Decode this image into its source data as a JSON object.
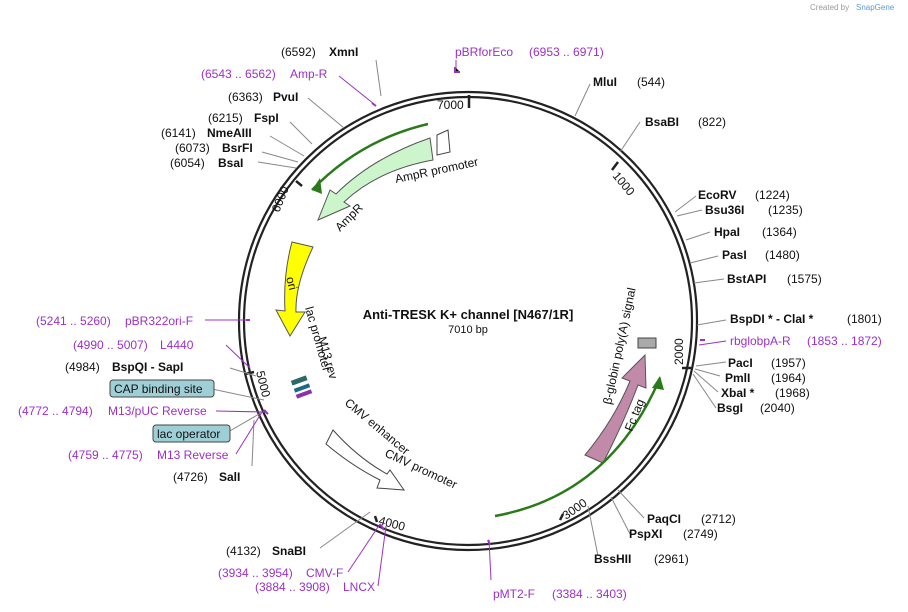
{
  "title": "Anti-TRESK K+ channel [N467/1R]",
  "length": "7010 bp",
  "brand": {
    "created_by": "Created by",
    "name": "SnapGene"
  },
  "ticks": {
    "7000": "7000",
    "1000": "1000",
    "2000": "2000",
    "3000": "3000",
    "4000": "4000",
    "5000": "5000",
    "6000": "6000"
  },
  "features": {
    "ampr_promoter": "AmpR promoter",
    "ampr": "AmpR",
    "ori": "ori",
    "m13_rev": "M13 rev",
    "lac_promoter": "lac promoter",
    "cmv_enhancer": "CMV enhancer",
    "cmv_promoter": "CMV promoter",
    "fc_tag": "Fc tag",
    "polya": "β-globin poly(A) signal"
  },
  "callouts": {
    "cap_binding_site": "CAP binding site",
    "lac_operator": "lac operator"
  },
  "sites": {
    "xmni": {
      "name": "XmnI",
      "pos": "(6592)"
    },
    "pvui": {
      "name": "PvuI",
      "pos": "(6363)"
    },
    "fspi": {
      "name": "FspI",
      "pos": "(6215)"
    },
    "nmeaiii": {
      "name": "NmeAIII",
      "pos": "(6141)"
    },
    "bsrfi": {
      "name": "BsrFI",
      "pos": "(6073)"
    },
    "bsai": {
      "name": "BsaI",
      "pos": "(6054)"
    },
    "mlui": {
      "name": "MluI",
      "pos": "(544)"
    },
    "bsabi": {
      "name": "BsaBI",
      "pos": "(822)"
    },
    "ecorv": {
      "name": "EcoRV",
      "pos": "(1224)"
    },
    "bsu36i": {
      "name": "Bsu36I",
      "pos": "(1235)"
    },
    "hpai": {
      "name": "HpaI",
      "pos": "(1364)"
    },
    "pasi": {
      "name": "PasI",
      "pos": "(1480)"
    },
    "bstapi": {
      "name": "BstAPI",
      "pos": "(1575)"
    },
    "bspdi_clai": {
      "name": "BspDI * - ClaI *",
      "pos": "(1801)"
    },
    "paci": {
      "name": "PacI",
      "pos": "(1957)"
    },
    "pmli": {
      "name": "PmlI",
      "pos": "(1964)"
    },
    "xbai": {
      "name": "XbaI *",
      "pos": "(1968)"
    },
    "bsgi": {
      "name": "BsgI",
      "pos": "(2040)"
    },
    "paqci": {
      "name": "PaqCI",
      "pos": "(2712)"
    },
    "pspxi": {
      "name": "PspXI",
      "pos": "(2749)"
    },
    "bsshii": {
      "name": "BssHII",
      "pos": "(2961)"
    },
    "snabi": {
      "name": "SnaBI",
      "pos": "(4132)"
    },
    "sali": {
      "name": "SalI",
      "pos": "(4726)"
    },
    "bspqi_sapi": {
      "name": "BspQI - SapI",
      "pos": "(4984)"
    }
  },
  "primers": {
    "amp_r": {
      "name": "Amp-R",
      "pos": "(6543 .. 6562)"
    },
    "pbrforeco": {
      "name": "pBRforEco",
      "pos": "(6953 .. 6971)"
    },
    "rbglobpa_r": {
      "name": "rbglobpA-R",
      "pos": "(1853 .. 1872)"
    },
    "pmt2_f": {
      "name": "pMT2-F",
      "pos": "(3384 .. 3403)"
    },
    "cmv_f": {
      "name": "CMV-F",
      "pos": "(3934 .. 3954)"
    },
    "lncx": {
      "name": "LNCX",
      "pos": "(3884 .. 3908)"
    },
    "m13_reverse": {
      "name": "M13 Reverse",
      "pos": "(4759 .. 4775)"
    },
    "m13_puc_reverse": {
      "name": "M13/pUC Reverse",
      "pos": "(4772 .. 4794)"
    },
    "l4440": {
      "name": "L4440",
      "pos": "(4990 .. 5007)"
    },
    "pbr322ori_f": {
      "name": "pBR322ori-F",
      "pos": "(5241 .. 5260)"
    }
  },
  "colors": {
    "backbone": "#222222",
    "primer": "#9b30c8",
    "ampr_fill": "#ccf5cc",
    "ori_fill": "#ffff00",
    "fc_tag_fill": "#c08aa8",
    "orf_line": "#2a7a1a",
    "callout_fill": "#9fcfd6"
  }
}
